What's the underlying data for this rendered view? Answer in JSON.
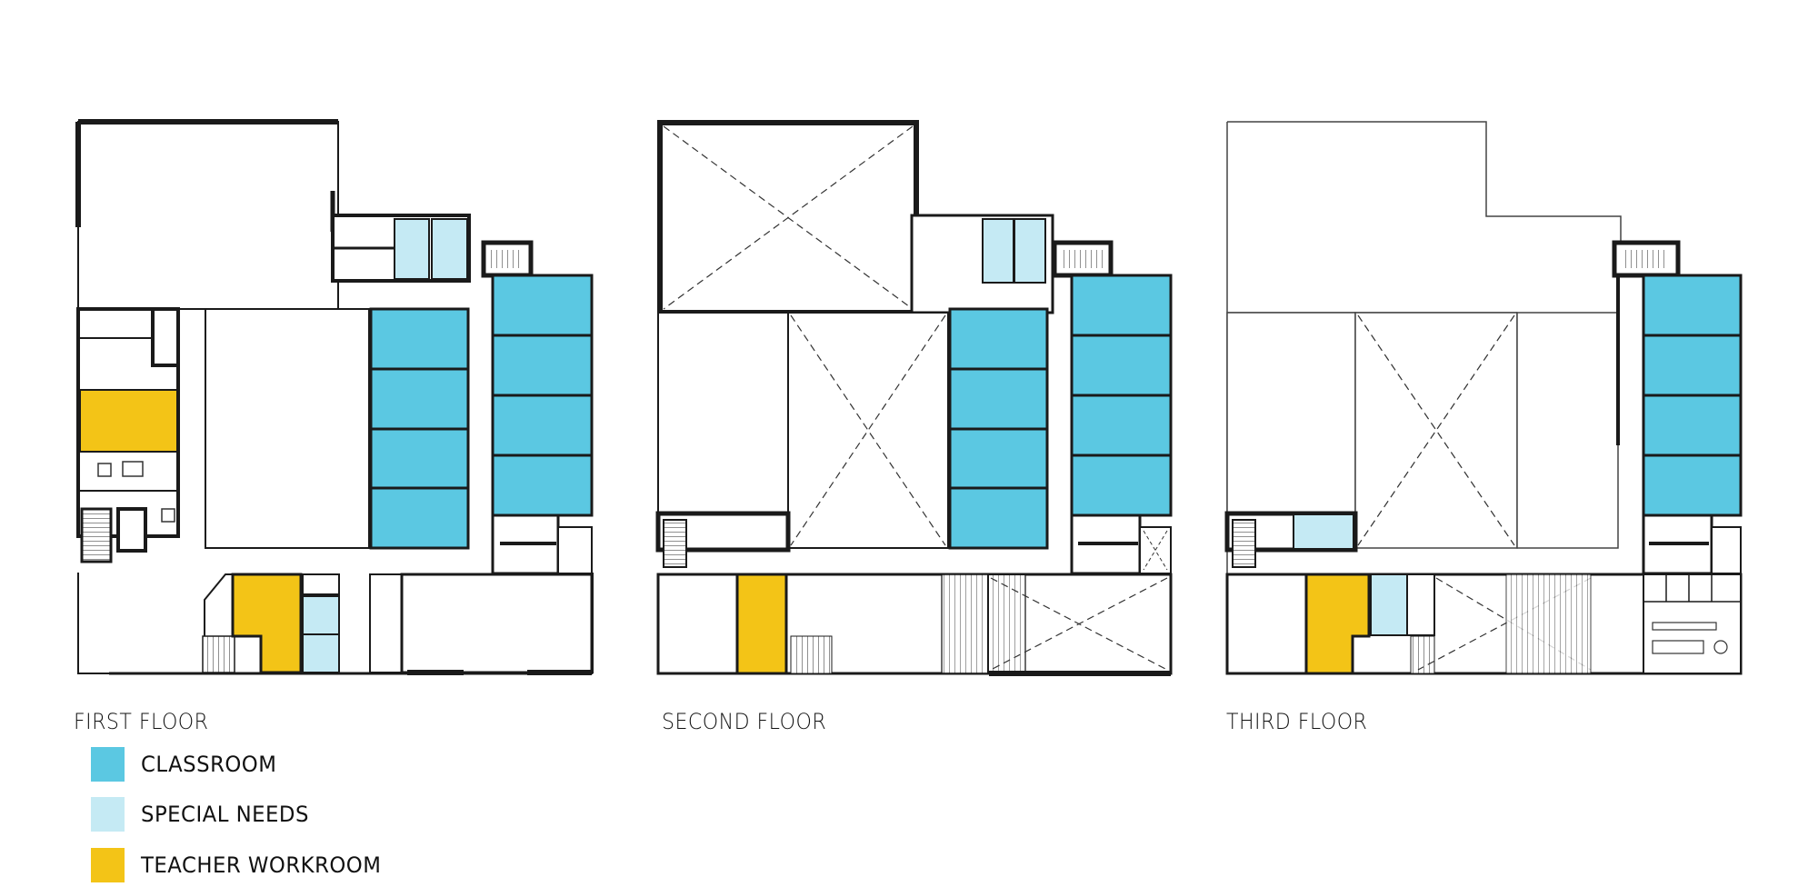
{
  "colors": {
    "classroom": "#5BC8E2",
    "special_needs": "#C5EAF4",
    "teacher_workroom": "#F3C417",
    "wall": "#1a1a1a"
  },
  "floors": [
    {
      "id": "first",
      "title": "FIRST FLOOR"
    },
    {
      "id": "second",
      "title": "SECOND FLOOR"
    },
    {
      "id": "third",
      "title": "THIRD FLOOR"
    }
  ],
  "legend": [
    {
      "label": "CLASSROOM",
      "color_key": "classroom"
    },
    {
      "label": "SPECIAL NEEDS",
      "color_key": "special_needs"
    },
    {
      "label": "TEACHER WORKROOM",
      "color_key": "teacher_workroom"
    }
  ],
  "room_counts": {
    "first": {
      "classroom": 8,
      "special_needs": 4,
      "teacher_workroom": 2
    },
    "second": {
      "classroom": 8,
      "special_needs": 2,
      "teacher_workroom": 1
    },
    "third": {
      "classroom": 4,
      "special_needs": 2,
      "teacher_workroom": 1
    }
  }
}
